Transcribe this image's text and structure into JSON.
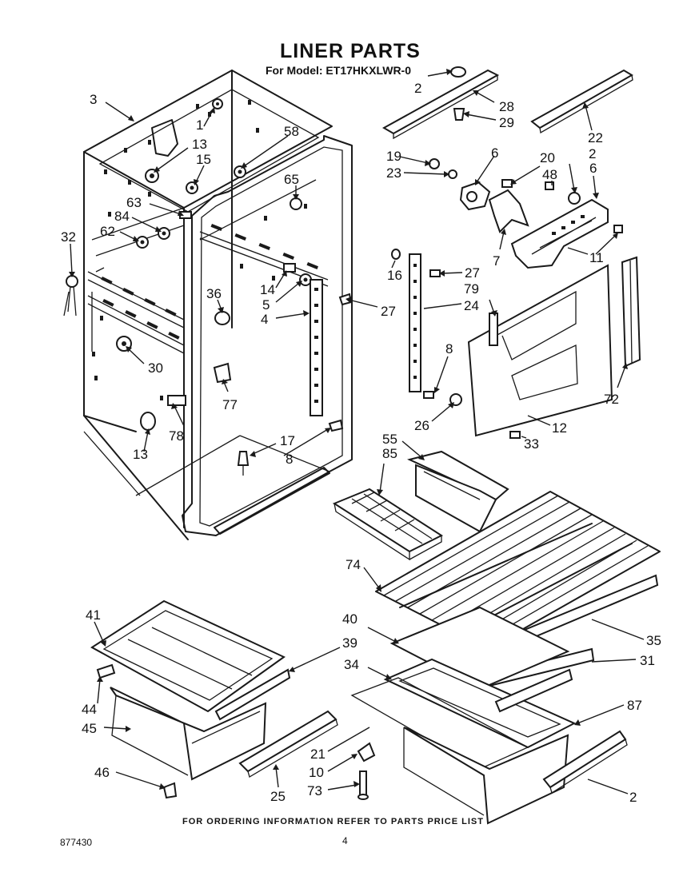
{
  "title": "LINER PARTS",
  "model_line": "For Model: ET17HKXLWR-0",
  "footer": "FOR ORDERING INFORMATION REFER TO PARTS PRICE LIST",
  "doc_number": "877430",
  "page_number": "4",
  "callouts": {
    "c1": "1",
    "c2a": "2",
    "c2b": "2",
    "c3": "3",
    "c4": "4",
    "c5": "5",
    "c6a": "6",
    "c6b": "6",
    "c7": "7",
    "c8a": "8",
    "c8b": "8",
    "c10": "10",
    "c11": "11",
    "c12": "12",
    "c13a": "13",
    "c13b": "13",
    "c14": "14",
    "c15": "15",
    "c16": "16",
    "c17": "17",
    "c19": "19",
    "c20": "20",
    "c21": "21",
    "c22": "22",
    "c23": "23",
    "c24": "24",
    "c25": "25",
    "c26": "26",
    "c27a": "27",
    "c27b": "27",
    "c28": "28",
    "c29": "29",
    "c30": "30",
    "c31": "31",
    "c32": "32",
    "c33": "33",
    "c34": "34",
    "c35": "35",
    "c36": "36",
    "c39": "39",
    "c40": "40",
    "c41": "41",
    "c44": "44",
    "c45": "45",
    "c46": "46",
    "c48": "48",
    "c55": "55",
    "c58": "58",
    "c62": "62",
    "c63": "63",
    "c65": "65",
    "c72": "72",
    "c73": "73",
    "c74": "74",
    "c77": "77",
    "c78": "78",
    "c79": "79",
    "c84": "84",
    "c85": "85",
    "c87": "87",
    "c2c": "2"
  }
}
